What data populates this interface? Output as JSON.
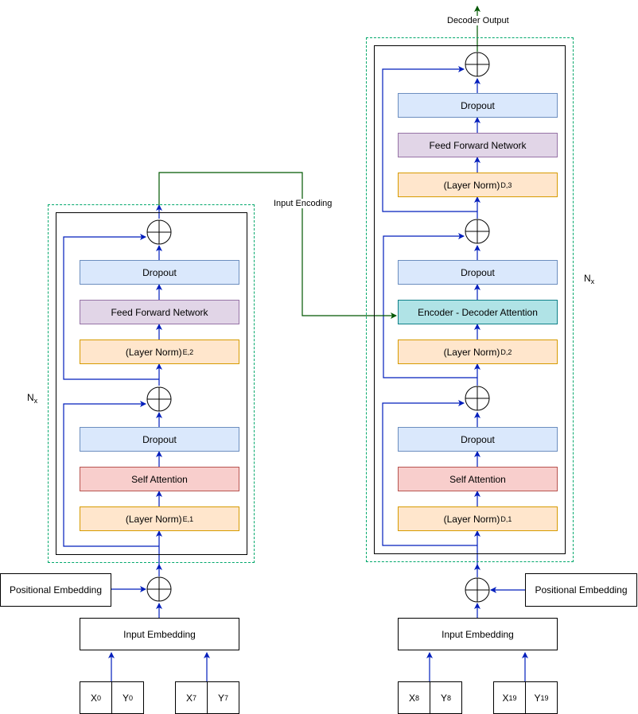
{
  "encoder": {
    "ln1_base": "(Layer Norm)",
    "ln1_sub": "E,1",
    "self_attention": "Self Attention",
    "dropout1": "Dropout",
    "ln2_base": "(Layer Norm)",
    "ln2_sub": "E,2",
    "ffn": "Feed Forward Network",
    "dropout2": "Dropout",
    "nx_base": "N",
    "nx_sub": "x",
    "positional_embedding": "Positional Embedding",
    "input_embedding": "Input Embedding",
    "inputs": [
      {
        "x": "X",
        "x_sub": "0",
        "y": "Y",
        "y_sub": "0"
      },
      {
        "x": "X",
        "x_sub": "7",
        "y": "Y",
        "y_sub": "7"
      }
    ]
  },
  "decoder": {
    "ln1_base": "(Layer Norm)",
    "ln1_sub": "D,1",
    "self_attention": "Self Attention",
    "dropout1": "Dropout",
    "ln2_base": "(Layer Norm)",
    "ln2_sub": "D,2",
    "cross_attention": "Encoder - Decoder Attention",
    "dropout2": "Dropout",
    "ln3_base": "(Layer Norm)",
    "ln3_sub": "D,3",
    "ffn": "Feed Forward Network",
    "dropout3": "Dropout",
    "nx_base": "N",
    "nx_sub": "x",
    "positional_embedding": "Positional Embedding",
    "input_embedding": "Input Embedding",
    "inputs": [
      {
        "x": "X",
        "x_sub": "8",
        "y": "Y",
        "y_sub": "8"
      },
      {
        "x": "X",
        "x_sub": "19",
        "y": "Y",
        "y_sub": "19"
      }
    ],
    "output_label": "Decoder Output"
  },
  "input_encoding_label": "Input Encoding",
  "colors": {
    "arrow_blue": "#001DBC",
    "arrow_green": "#005700",
    "dashed_green": "#00a86b"
  }
}
